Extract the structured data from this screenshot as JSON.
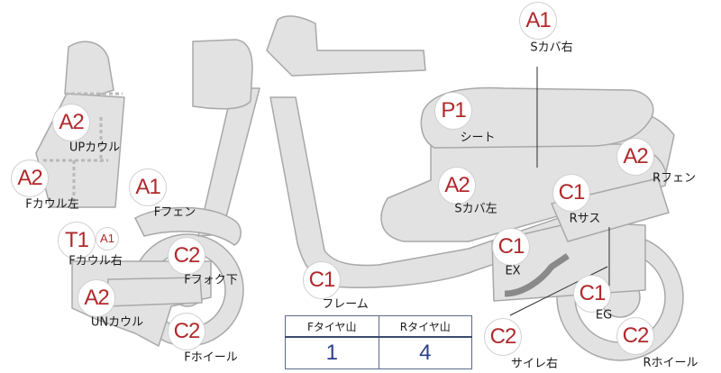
{
  "colors": {
    "part_fill": "#e2e2e2",
    "part_stroke": "#a8a8a8",
    "badge_text": "#b0292c",
    "table_value": "#2b3f8c"
  },
  "parts": [
    {
      "id": "s-cover-right",
      "grade": "A1",
      "label": "Sカバ右"
    },
    {
      "id": "seat",
      "grade": "P1",
      "label": "シート"
    },
    {
      "id": "up-cowl",
      "grade": "A2",
      "label": "UPカウル"
    },
    {
      "id": "f-cowl-left",
      "grade": "A2",
      "label": "Fカウル左"
    },
    {
      "id": "r-fender",
      "grade": "A2",
      "label": "Rフェン"
    },
    {
      "id": "f-fender",
      "grade": "A1",
      "label": "Fフェン"
    },
    {
      "id": "s-cover-left",
      "grade": "A2",
      "label": "Sカバ左"
    },
    {
      "id": "r-suspension",
      "grade": "C1",
      "label": "Rサス"
    },
    {
      "id": "f-cowl-right",
      "grade": "T1",
      "sub_grade": "A1",
      "label": "Fカウル右"
    },
    {
      "id": "f-fork-lower",
      "grade": "C2",
      "label": "Fフォク下"
    },
    {
      "id": "exhaust",
      "grade": "C1",
      "label": "EX"
    },
    {
      "id": "un-cowl",
      "grade": "A2",
      "label": "UNカウル"
    },
    {
      "id": "frame",
      "grade": "C1",
      "label": "フレーム"
    },
    {
      "id": "engine",
      "grade": "C1",
      "label": "EG"
    },
    {
      "id": "f-wheel",
      "grade": "C2",
      "label": "Fホイール"
    },
    {
      "id": "muffler-right",
      "grade": "C2",
      "label": "サイレ右"
    },
    {
      "id": "r-wheel",
      "grade": "C2",
      "label": "Rホイール"
    }
  ],
  "tire_table": {
    "front_header": "Fタイヤ山",
    "rear_header": "Rタイヤ山",
    "front_value": "1",
    "rear_value": "4"
  }
}
